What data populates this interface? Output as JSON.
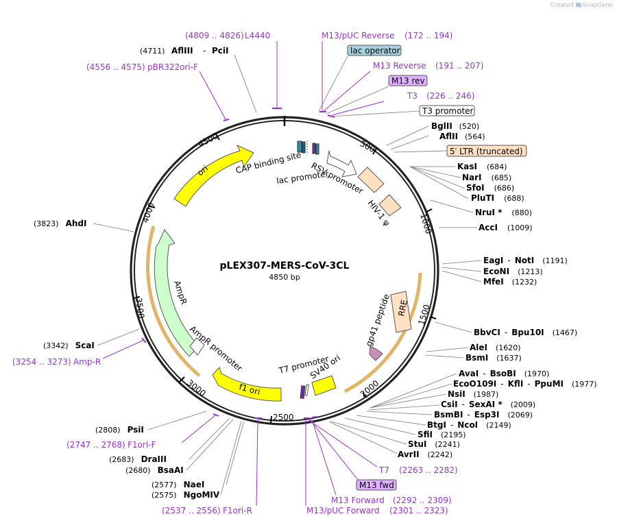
{
  "header": {
    "credit": "Created by",
    "brand": "SnapGene"
  },
  "plasmid": {
    "name": "pLEX307-MERS-CoV-3CL",
    "length_label": "4850 bp",
    "length_bp": 4850
  },
  "ruler": [
    {
      "label": "500",
      "pos": 500
    },
    {
      "label": "1000",
      "pos": 1000
    },
    {
      "label": "1500",
      "pos": 1500
    },
    {
      "label": "2000",
      "pos": 2000
    },
    {
      "label": "2500",
      "pos": 2500
    },
    {
      "label": "3000",
      "pos": 3000
    },
    {
      "label": "3500",
      "pos": 3500
    },
    {
      "label": "4000",
      "pos": 4000
    },
    {
      "label": "4500",
      "pos": 4500
    }
  ],
  "features": {
    "ori": "ori",
    "cap": "CAP binding site",
    "lac_promoter": "lac promoter",
    "rsv": "RSV promoter",
    "hiv": "HIV-1 ψ",
    "rre": "RRE",
    "gp41": "gp41 peptide",
    "sv40": "SV40 ori",
    "t7p": "T7 promoter",
    "f1": "f1 ori",
    "ampr_promoter": "AmpR promoter",
    "ampr": "AmpR"
  },
  "labels_top": {
    "l4440": "L4440",
    "l4440_range": "(4809 .. 4826)",
    "afliii_pos": "(4711)",
    "afliii": "AflIII",
    "pcii": "PciI",
    "pbr_range": "(4556 .. 4575)",
    "pbr": "pBR322ori-F",
    "m13puc_rev": "M13/pUC Reverse",
    "m13puc_rev_range": "(172 .. 194)",
    "lac_operator": "lac operator",
    "m13_reverse": "M13 Reverse",
    "m13_reverse_range": "(191 .. 207)",
    "m13_rev": "M13 rev",
    "t3": "T3",
    "t3_range": "(226 .. 246)",
    "t3_promoter": "T3 promoter"
  },
  "sites_right": [
    {
      "n1": "BglII",
      "pos": "(520)"
    },
    {
      "n1": "AflII",
      "pos": "(564)"
    },
    {
      "n1": "KasI",
      "pos": "(684)"
    },
    {
      "n1": "NarI",
      "pos": "(685)"
    },
    {
      "n1": "SfoI",
      "pos": "(686)"
    },
    {
      "n1": "PluTI",
      "pos": "(688)"
    },
    {
      "n1": "NruI *",
      "pos": "(880)"
    },
    {
      "n1": "AccI",
      "pos": "(1009)"
    },
    {
      "n1": "EagI",
      "n2": "NotI",
      "pos": "(1191)"
    },
    {
      "n1": "EcoNI",
      "pos": "(1213)"
    },
    {
      "n1": "MfeI",
      "pos": "(1232)"
    },
    {
      "n1": "BbvCI",
      "n2": "Bpu10I",
      "pos": "(1467)"
    },
    {
      "n1": "AleI",
      "pos": "(1620)"
    },
    {
      "n1": "BsmI",
      "pos": "(1637)"
    },
    {
      "n1": "AvaI",
      "n2": "BsoBI",
      "pos": "(1970)"
    },
    {
      "n1": "EcoO109I",
      "n2": "KflI",
      "n3": "PpuMI",
      "pos": "(1977)"
    },
    {
      "n1": "NsiI",
      "pos": "(1987)"
    },
    {
      "n1": "CsiI",
      "n2": "SexAI *",
      "pos": "(2009)"
    },
    {
      "n1": "BsmBI",
      "n2": "Esp3I",
      "pos": "(2069)"
    },
    {
      "n1": "BtgI",
      "n2": "NcoI",
      "pos": "(2149)"
    },
    {
      "n1": "SfiI",
      "pos": "(2195)"
    },
    {
      "n1": "StuI",
      "pos": "(2241)"
    },
    {
      "n1": "AvrII",
      "pos": "(2242)"
    }
  ],
  "ltr": "5′ LTR (truncated)",
  "labels_bottom": {
    "t7": "T7",
    "t7_range": "(2263 .. 2282)",
    "m13_fwd": "M13 fwd",
    "m13_forward": "M13 Forward",
    "m13_forward_range": "(2292 .. 2309)",
    "m13puc_fwd": "M13/pUC Forward",
    "m13puc_fwd_range": "(2301 .. 2323)"
  },
  "sites_left": [
    {
      "pos": "(3823)",
      "n1": "AhdI"
    },
    {
      "pos": "(3342)",
      "n1": "ScaI"
    },
    {
      "pos": "(2808)",
      "n1": "PsiI"
    },
    {
      "pos": "(2683)",
      "n1": "DraIII"
    },
    {
      "pos": "(2680)",
      "n1": "BsaAI"
    },
    {
      "pos": "(2577)",
      "n1": "NaeI"
    },
    {
      "pos": "(2575)",
      "n1": "NgoMIV"
    }
  ],
  "primers_left": {
    "ampr_range": "(3254 .. 3273)",
    "ampr": "Amp-R",
    "f1orif_range": "(2747 .. 2768)",
    "f1orif": "F1ori-F",
    "f1orir_range": "(2537 .. 2556)",
    "f1orir": "F1ori-R"
  },
  "colors": {
    "purple": "#9b30d0",
    "yellow": "#ffff00",
    "ampr_green": "#ccffcc",
    "ltr": "#ffe0c0",
    "lac_operator": "#a6d2e0",
    "m13_box": "#e0b0ff",
    "orange_arc": "#d08000"
  }
}
